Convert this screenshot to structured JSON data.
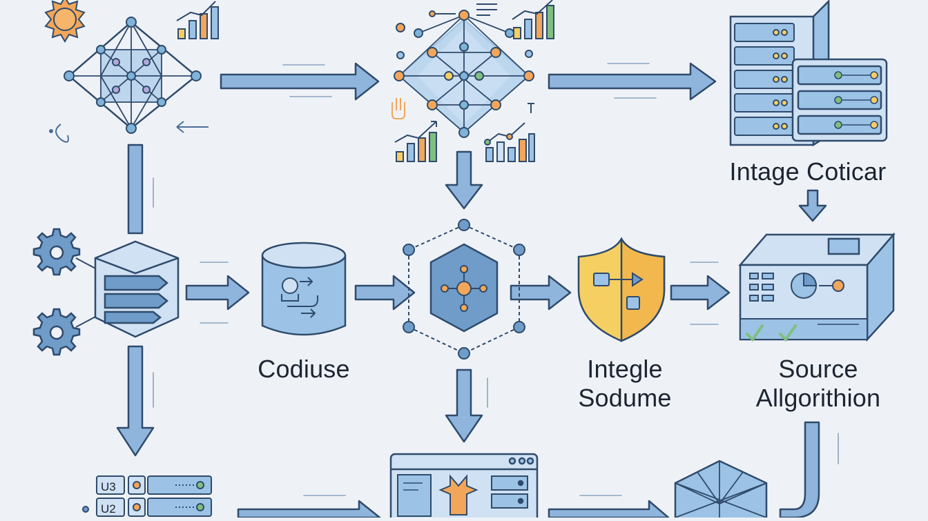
{
  "labels": {
    "intage_coticar": "Intage Coticar",
    "codiuse": "Codiuse",
    "integle": "Integle",
    "sodume": "Sodume",
    "source": "Source",
    "allgorithion": "Allgorithion"
  },
  "server_tags": {
    "u3": "U3",
    "u2": "U2"
  },
  "colors": {
    "background": "#eef2f7",
    "stroke": "#2f4a6b",
    "blue_fill": "#9cc3e6",
    "light_blue_fill": "#cfe1f3",
    "orange": "#f2a65a",
    "yellow": "#f6cf63",
    "green": "#7fbf7f",
    "arrow": "#6f9cc9"
  },
  "icons": [
    "sun-icon",
    "bar-chart-icon",
    "network-graph-icon",
    "gear-icon",
    "database-icon",
    "cylinder-icon",
    "hexagon-network-icon",
    "shield-icon",
    "server-rack-icon",
    "machine-icon",
    "browser-window-icon",
    "cube-icon"
  ]
}
